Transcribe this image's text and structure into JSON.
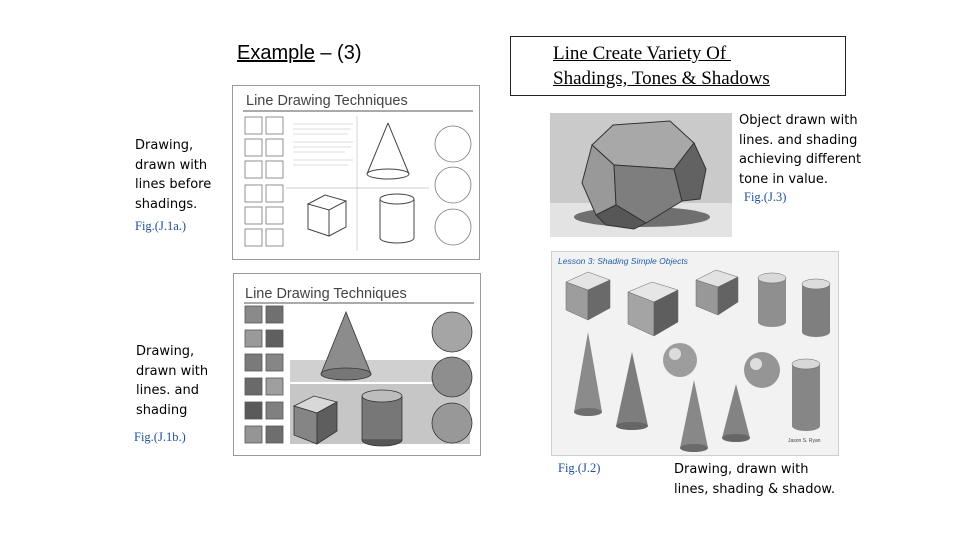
{
  "example": {
    "word": "Example",
    "rest": " – (3)"
  },
  "title_box": {
    "line1": "Line Create Variety Of ",
    "line2": "Shadings, Tones & Shadows"
  },
  "captions": {
    "j1a": {
      "lines": [
        "Drawing,",
        "drawn with",
        "lines before",
        "shadings."
      ],
      "fig": "Fig.(J.1a.)"
    },
    "j1b": {
      "lines": [
        "Drawing,",
        "drawn with",
        "lines. and",
        "shading"
      ],
      "fig": "Fig.(J.1b.)"
    },
    "j3": {
      "lines": [
        "Object drawn with",
        "lines. and shading",
        "achieving different",
        "tone in value."
      ],
      "fig": "Fig.(J.3)"
    },
    "j2": {
      "fig": "Fig.(J.2)",
      "lines": [
        "Drawing, drawn with",
        "lines, shading & shadow."
      ]
    }
  },
  "images": {
    "j1a": {
      "heading": "Line Drawing Techniques"
    },
    "j1b": {
      "heading": "Line Drawing Techniques"
    },
    "j2": {
      "heading": "Lesson 3: Shading Simple Objects",
      "credit": "Jason S. Ryan"
    }
  },
  "colors": {
    "fig_caption": "#1f4e9a",
    "lesson_heading": "#1e5fa8"
  }
}
